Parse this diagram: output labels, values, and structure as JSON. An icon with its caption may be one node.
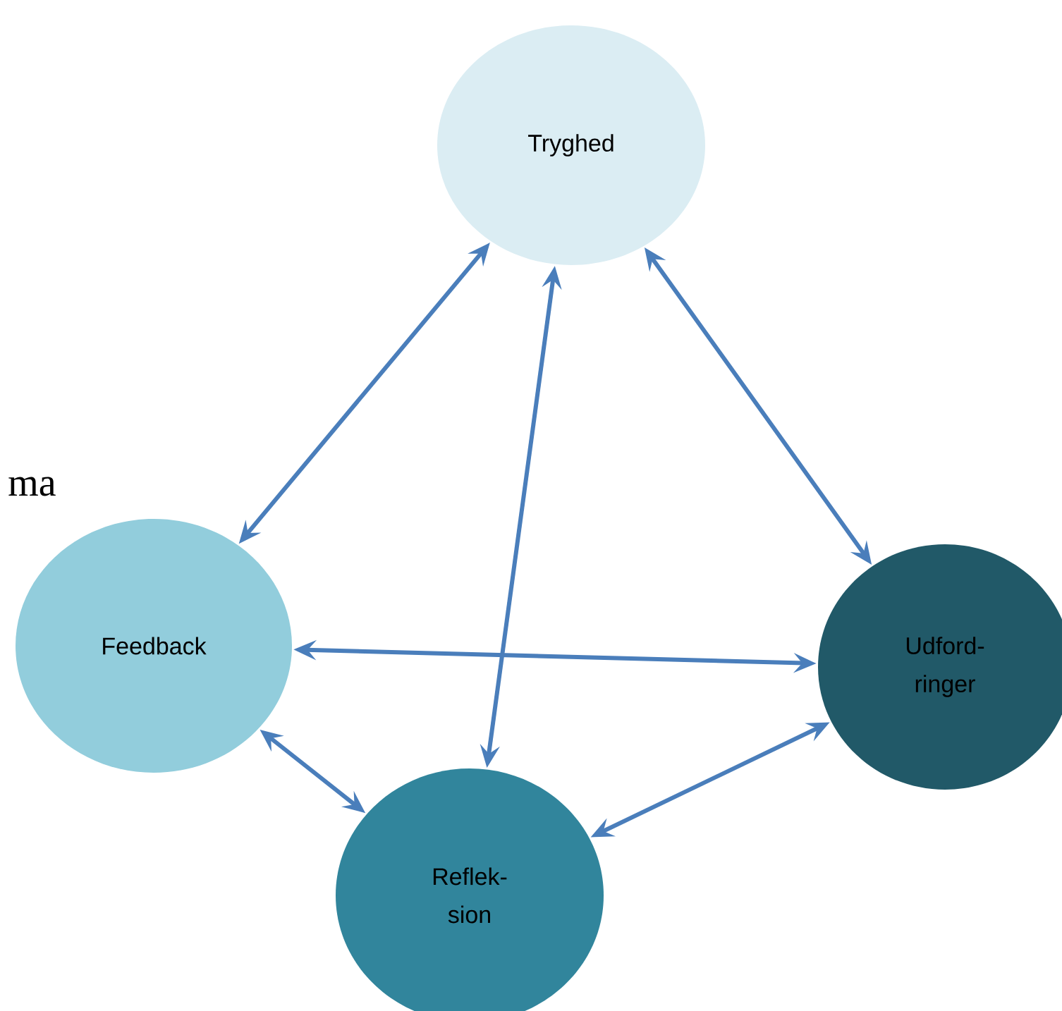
{
  "diagram": {
    "nodes": [
      {
        "text": [
          "Tryghed"
        ]
      },
      {
        "text": [
          "Feedback"
        ]
      },
      {
        "text": [
          "Udford- ringer"
        ]
      },
      {
        "text": [
          "Reflek- sion"
        ]
      }
    ],
    "edges": [
      {
        "from": 0,
        "to": 1,
        "arrow": "both"
      },
      {
        "from": 0,
        "to": 3,
        "arrow": "both"
      },
      {
        "from": 0,
        "to": 2,
        "arrow": "both"
      },
      {
        "from": 1,
        "to": 2,
        "arrow": "both"
      },
      {
        "from": 1,
        "to": 3,
        "arrow": "both"
      },
      {
        "from": 3,
        "to": 2,
        "arrow": "both"
      }
    ],
    "labels": [
      "ma"
    ]
  }
}
